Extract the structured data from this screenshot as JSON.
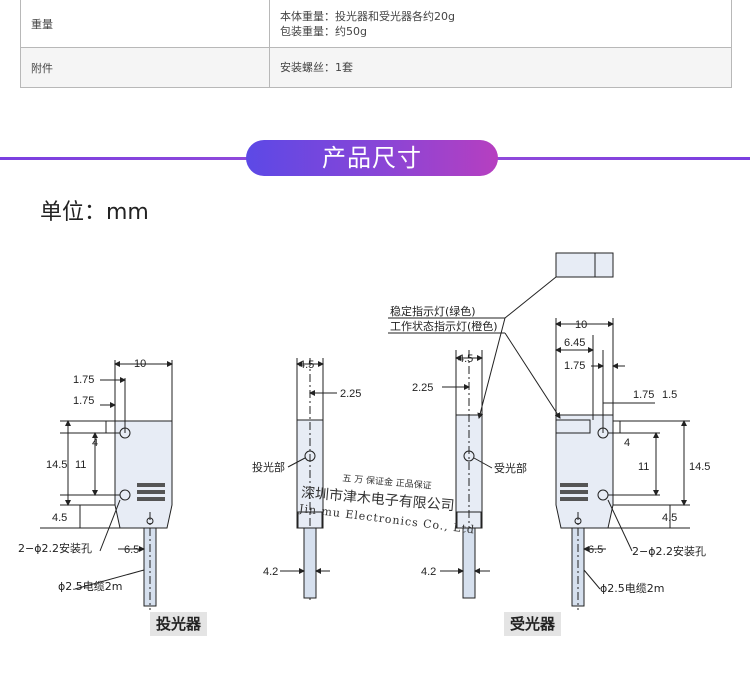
{
  "spec_table": {
    "rows": [
      {
        "key": "重量",
        "lines": [
          "本体重量：投光器和受光器各约20g",
          "包装重量：约50g"
        ]
      },
      {
        "key": "附件",
        "lines": [
          "安装螺丝：1套"
        ]
      }
    ]
  },
  "section": {
    "title": "产品尺寸"
  },
  "unit_label": "单位：mm",
  "drawing": {
    "emitter_front": {
      "dims": [
        "10",
        "1.75",
        "1.75",
        "4",
        "14.5",
        "11",
        "4.5",
        "6.5"
      ],
      "labels": [
        "2−ϕ2.2安装孔",
        "ϕ2.5电缆2m"
      ]
    },
    "emitter_side": {
      "dims": [
        "4.5",
        "2.25",
        "4.2"
      ],
      "labels": [
        "投光部"
      ]
    },
    "receiver_side": {
      "dims": [
        "4.5",
        "2.25",
        "4.2"
      ],
      "labels": [
        "受光部"
      ]
    },
    "receiver_front": {
      "dims": [
        "10",
        "6.45",
        "1.75",
        "1.75",
        "1.5",
        "4",
        "11",
        "14.5",
        "4.5",
        "6.5"
      ],
      "labels": [
        "2−ϕ2.2安装孔",
        "ϕ2.5电缆2m"
      ]
    },
    "indicators": [
      "稳定指示灯(绿色)",
      "工作状态指示灯(橙色)"
    ]
  },
  "captions": {
    "emitter": "投光器",
    "receiver": "受光器"
  },
  "watermark": {
    "line_small": "五 万 保证金  正品保证",
    "line_cn": "深圳市津木电子有限公司",
    "line_en": "Jin mu Electronics Co., Ltd"
  },
  "colors": {
    "accent_start": "#5c49e6",
    "accent_end": "#b63fc0",
    "body_fill": "#e7ecf5"
  }
}
